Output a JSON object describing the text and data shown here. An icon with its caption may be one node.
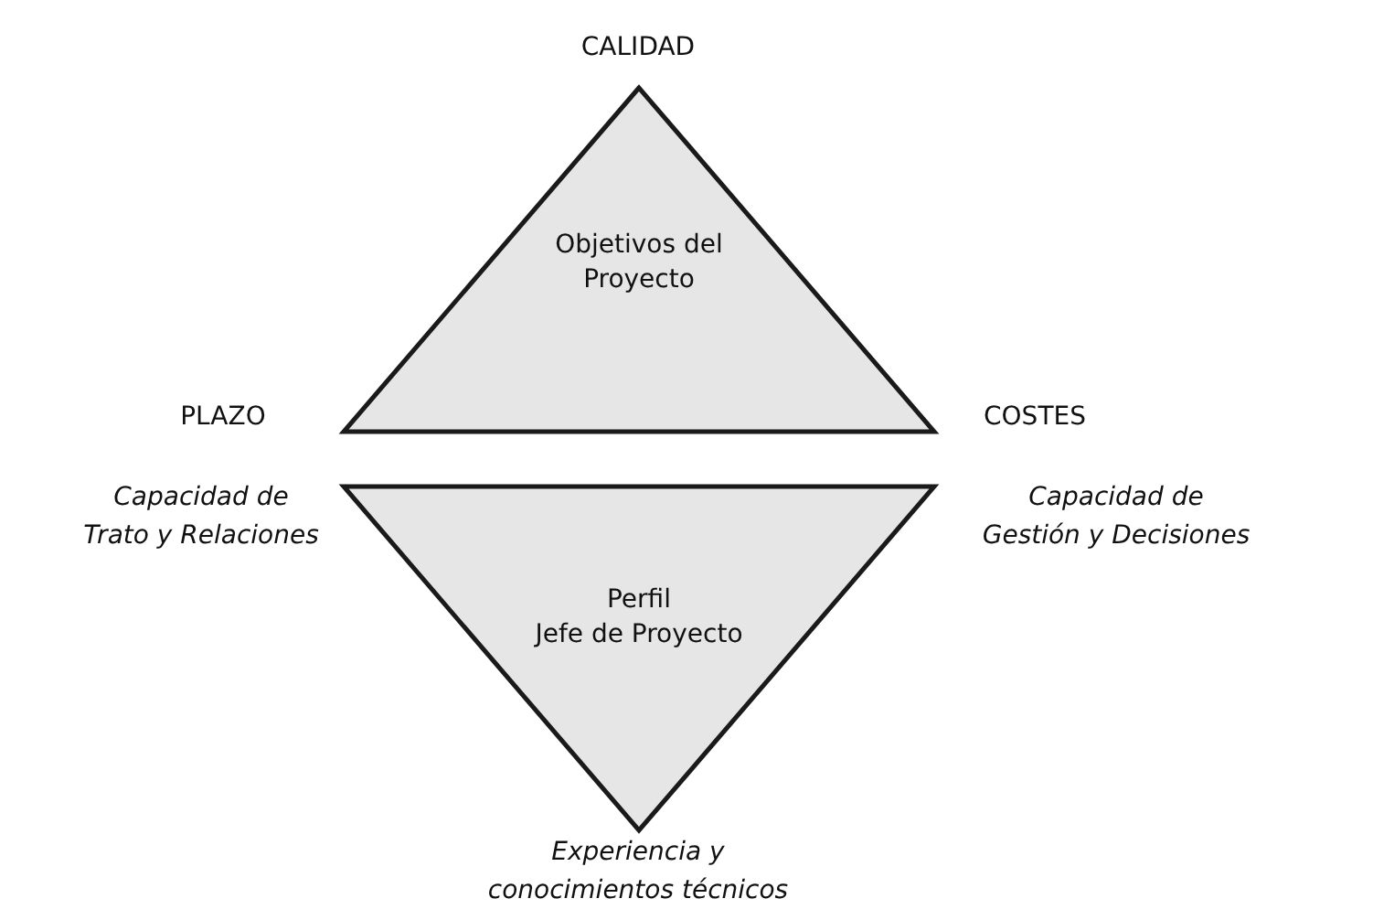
{
  "diagram": {
    "nodes": [
      {
        "text": [
          "Objetivos del Proyecto"
        ],
        "beside": [
          "CALIDAD",
          "PLAZO",
          "COSTES"
        ]
      },
      {
        "text": [
          "Perfil",
          "Jefe de Proyecto"
        ],
        "beside": [
          "Capacidad de Trato y Relaciones",
          "Capacidad de Gestión y Decisiones",
          "Experiencia y conocimientos técnicos"
        ]
      }
    ]
  }
}
